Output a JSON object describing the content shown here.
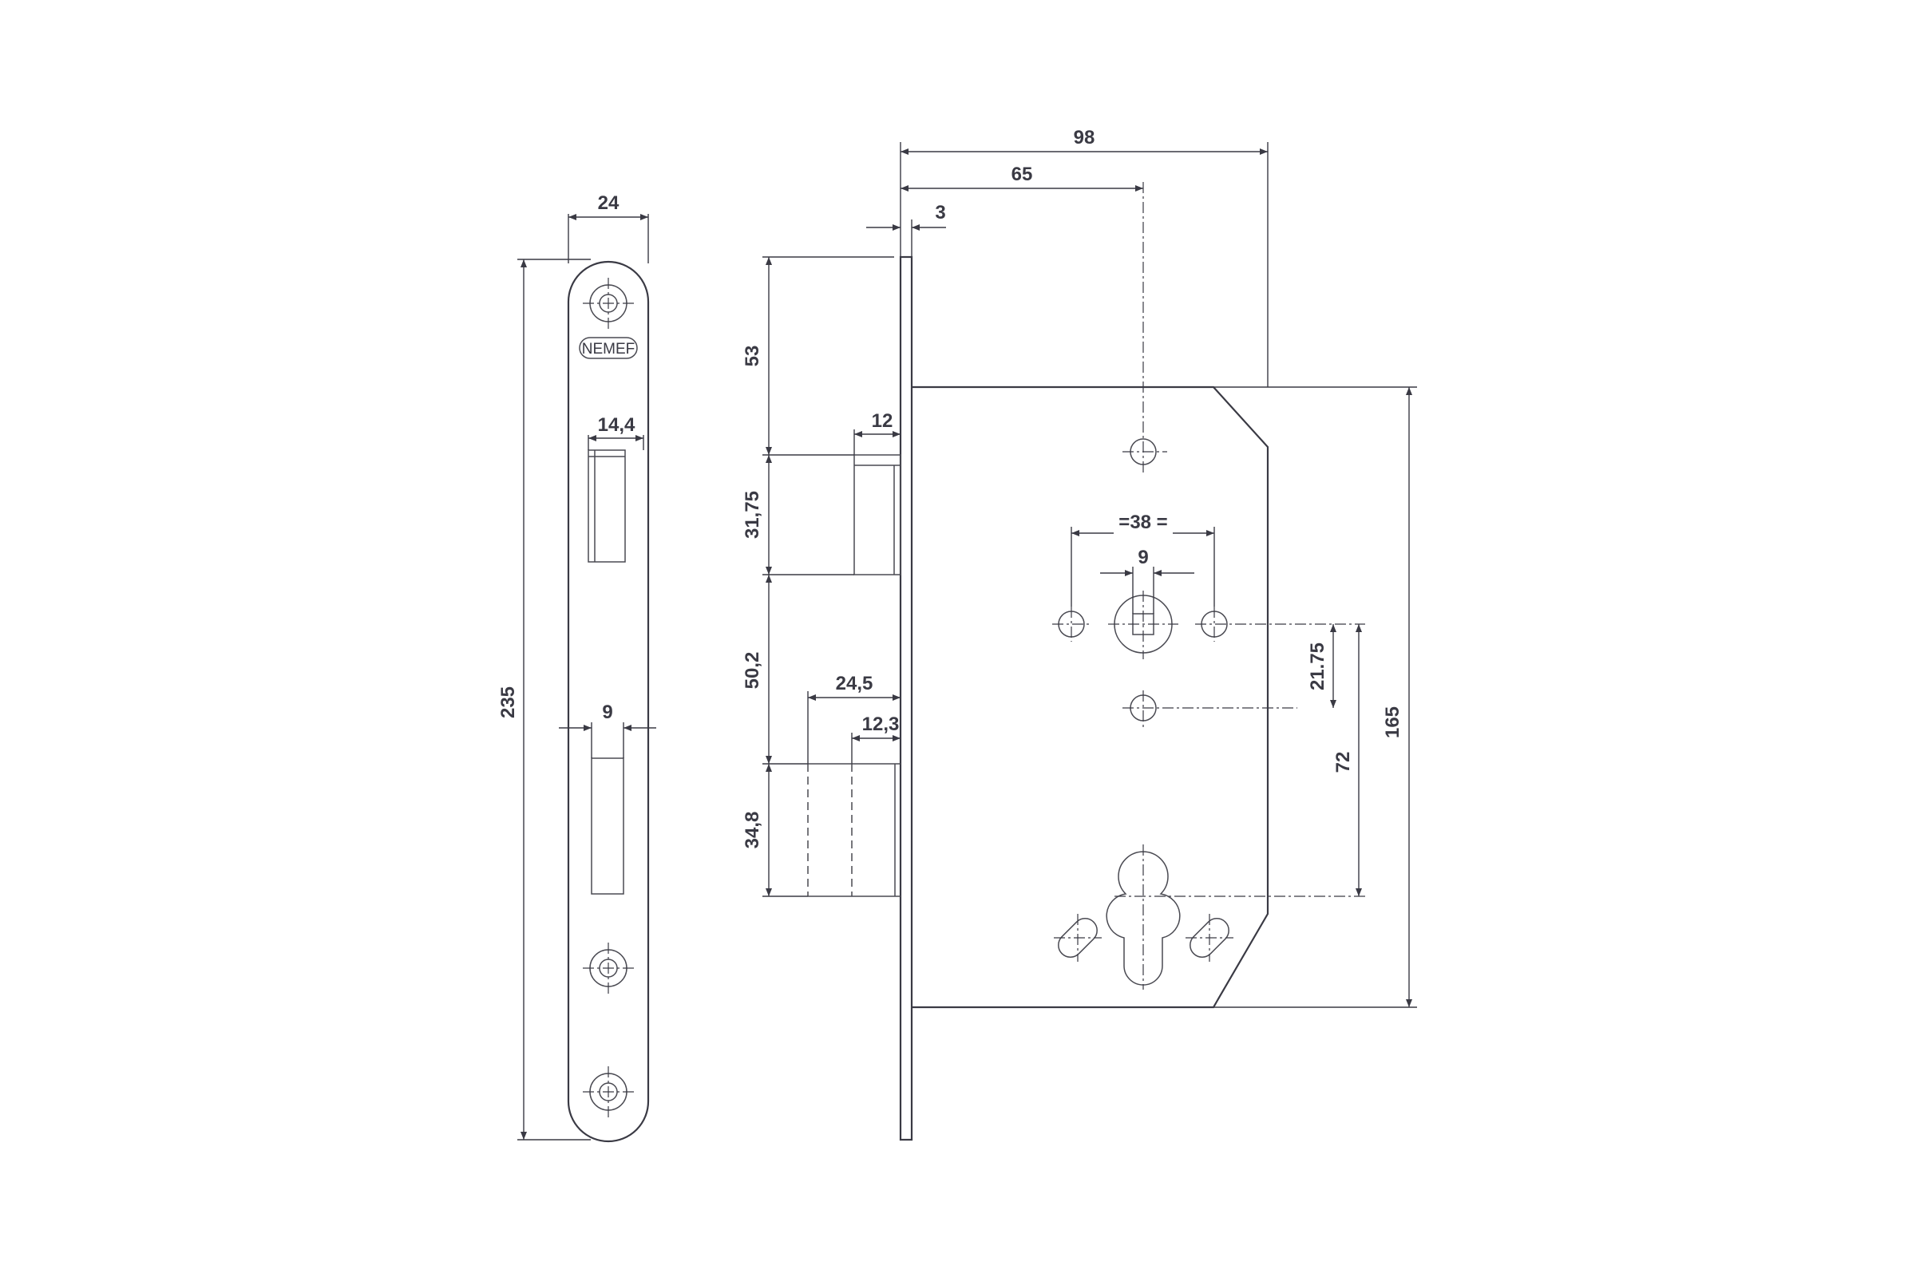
{
  "faceplate": {
    "logo": "NEMEF",
    "dims": {
      "width": "24",
      "height": "235",
      "latch_width": "14,4",
      "bolt_width": "9"
    }
  },
  "side_view": {
    "dims": {
      "overall_depth": "98",
      "backset": "65",
      "forend_thickness": "3",
      "top_to_latch": "53",
      "latch_projection": "12",
      "latch_height": "31,75",
      "latch_to_bolt": "50,2",
      "bolt_projection": "24,5",
      "bolt_rest": "12,3",
      "bolt_height": "34,8",
      "fixing_spacing": "=38 =",
      "follower": "9",
      "follower_to_hole": "21.75",
      "centre_distance": "72",
      "case_height": "165"
    }
  }
}
